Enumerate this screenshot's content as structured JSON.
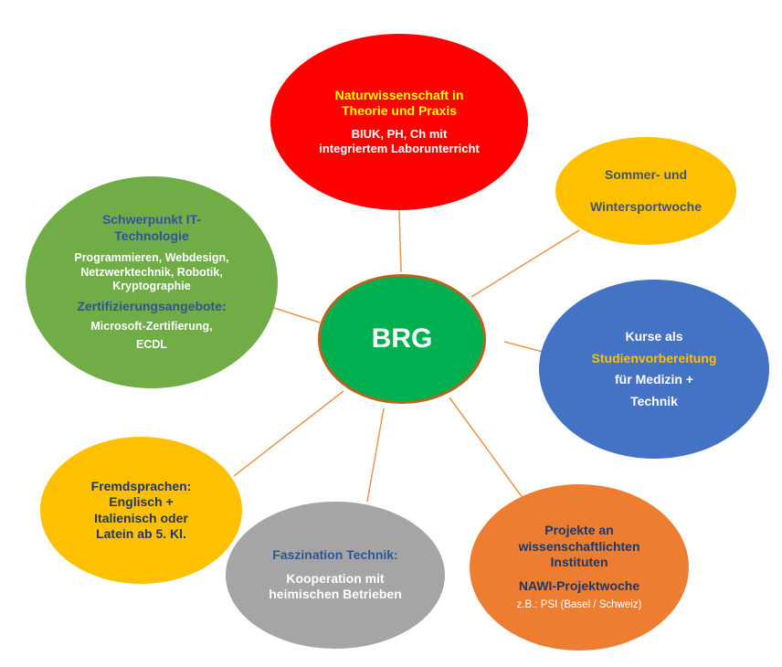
{
  "center": {
    "label": "BRG"
  },
  "naturwissenschaft": {
    "title_line1": "Naturwissenschaft in",
    "title_line2": "Theorie und Praxis",
    "text_line1": "BIUK, PH, Ch mit",
    "text_line2": "integriertem Laborunterricht"
  },
  "sport": {
    "line1": "Sommer- und",
    "line2": "Wintersportwoche"
  },
  "kurse": {
    "line1": "Kurse als",
    "line2": "Studienvorbereitung",
    "line3": "für Medizin +",
    "line4": "Technik"
  },
  "projekte": {
    "line1": "Projekte an",
    "line2": "wissenschaftlichten",
    "line3": "Instituten",
    "line4": "NAWI-Projektwoche",
    "line5": "z.B.: PSI (Basel / Schweiz)"
  },
  "technik": {
    "title": "Faszination Technik:",
    "line1": "Kooperation mit",
    "line2": "heimischen Betrieben"
  },
  "sprachen": {
    "line1": "Fremdsprachen:",
    "line2": "Englisch +",
    "line3": "Italienisch oder",
    "line4": "Latein ab 5.  Kl."
  },
  "it": {
    "title_line1": "Schwerpunkt IT-",
    "title_line2": "Technologie",
    "text_line1": "Programmieren, Webdesign,",
    "text_line2": "Netzwerktechnik, Robotik,",
    "text_line3": "Kryptographie",
    "cert_title": "Zertifizierungsangebote:",
    "cert_line1": "Microsoft-Zertifierung,",
    "cert_line2": "ECDL"
  },
  "colors": {
    "center": "#00b050",
    "center_border": "#b5651d",
    "naturwissenschaft": "#ff0000",
    "sport": "#ffc000",
    "kurse": "#4472c4",
    "projekte": "#ed7d31",
    "technik": "#a5a5a5",
    "sprachen": "#ffc000",
    "it": "#70ad47",
    "connector": "#e8964f"
  }
}
